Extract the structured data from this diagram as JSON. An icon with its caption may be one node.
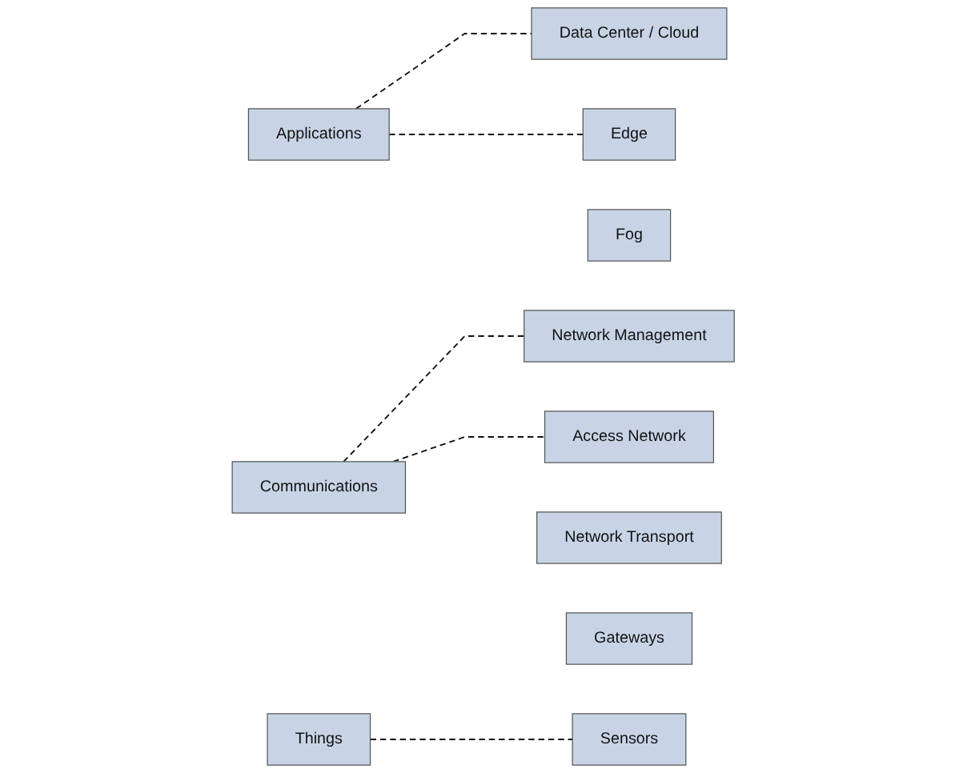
{
  "diagram": {
    "nodes": [
      {
        "text": [
          "Applications"
        ]
      },
      {
        "text": [
          "Data Center / Cloud"
        ]
      },
      {
        "text": [
          "Fog"
        ]
      },
      {
        "text": [
          "Edge"
        ]
      },
      {
        "text": [
          "Communications"
        ]
      },
      {
        "text": [
          "Network Management"
        ]
      },
      {
        "text": [
          "Network Transport"
        ]
      },
      {
        "text": [
          "Gateways"
        ]
      },
      {
        "text": [
          "Access Network"
        ]
      },
      {
        "text": [
          "Things"
        ]
      },
      {
        "text": [
          "Sensors"
        ]
      }
    ],
    "edges": [
      {
        "from": 0,
        "to": 1,
        "arrow": "none",
        "style": "dashed"
      },
      {
        "from": 0,
        "to": 3,
        "arrow": "none",
        "style": "dashed"
      },
      {
        "from": 4,
        "to": 5,
        "arrow": "none",
        "style": "dashed"
      },
      {
        "from": 4,
        "to": 8,
        "arrow": "none",
        "style": "dashed"
      },
      {
        "from": 9,
        "to": 10,
        "arrow": "none",
        "style": "dashed"
      }
    ]
  }
}
